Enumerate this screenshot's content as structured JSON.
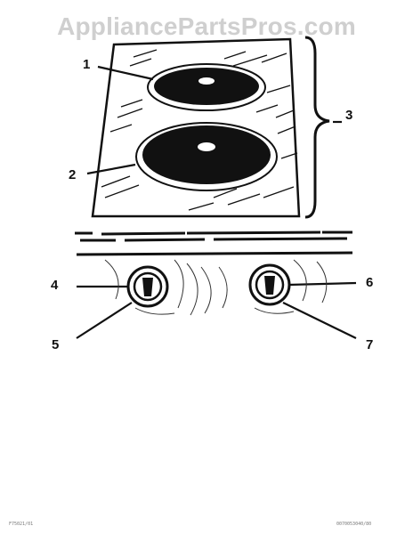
{
  "watermark": "AppliancePartsPros.com",
  "callouts": [
    {
      "id": "1",
      "label": "1"
    },
    {
      "id": "2",
      "label": "2"
    },
    {
      "id": "3",
      "label": "3"
    },
    {
      "id": "4",
      "label": "4"
    },
    {
      "id": "5",
      "label": "5"
    },
    {
      "id": "6",
      "label": "6"
    },
    {
      "id": "7",
      "label": "7"
    }
  ],
  "footer": {
    "left": "F75021/01",
    "right": "0070053040/80"
  },
  "colors": {
    "ink": "#111111",
    "watermark": "#cfcfcf"
  }
}
